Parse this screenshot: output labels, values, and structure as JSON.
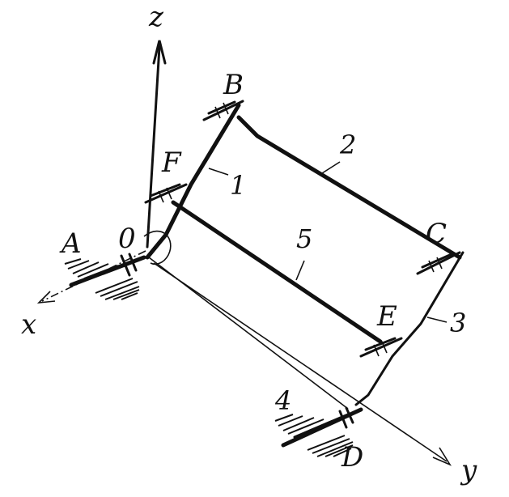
{
  "axes": {
    "x": "x",
    "y": "y",
    "z": "z",
    "origin": "0"
  },
  "points": {
    "A": "A",
    "B": "B",
    "C": "C",
    "D": "D",
    "E": "E",
    "F": "F"
  },
  "members": {
    "m1": "1",
    "m2": "2",
    "m3": "3",
    "m4": "4",
    "m5": "5"
  }
}
